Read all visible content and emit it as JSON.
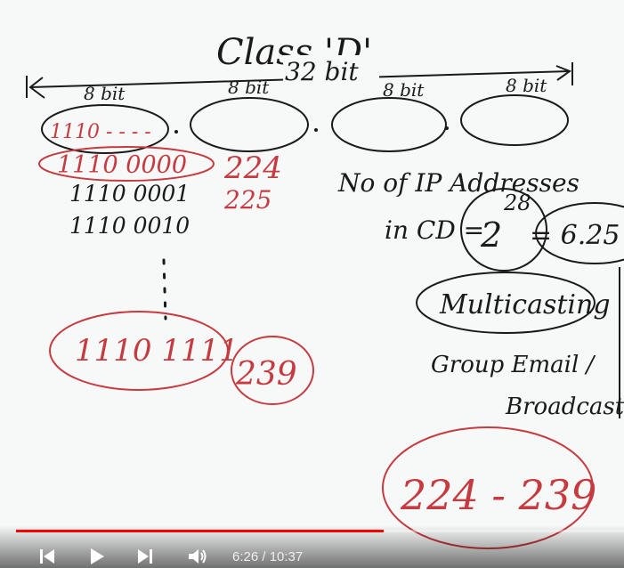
{
  "board": {
    "title": "Class 'D'",
    "span_label": "32 bit",
    "octet_labels": [
      "8 bit",
      "8 bit",
      "8 bit",
      "8 bit"
    ],
    "first_octet_pattern": "1110 - - - -",
    "bit_rows": [
      {
        "bits": "1110 0000",
        "decimal": "224"
      },
      {
        "bits": "1110 0001",
        "decimal": "225"
      },
      {
        "bits": "1110 0010",
        "decimal": ""
      }
    ],
    "last_row": {
      "bits": "1110 1111",
      "decimal": "239"
    },
    "ip_count_line1": "No of IP Addresses",
    "ip_count_line2": "in CD =",
    "ip_count_power": "2",
    "ip_count_exponent": "28",
    "ip_count_value": "= 6.25",
    "use_label": "Multicasting",
    "use_note_line1": "Group Email /",
    "use_note_line2": "Broadcast",
    "range": "224 - 239",
    "colors": {
      "marker_black": "#1a1a1a",
      "marker_red": "#c63b40"
    }
  },
  "player": {
    "current_time": "6:26",
    "duration": "10:37",
    "time_display": "6:26 / 10:37",
    "progress_fraction": 0.605,
    "icons": [
      "skip-back-icon",
      "play-icon",
      "skip-next-icon",
      "volume-icon"
    ]
  }
}
